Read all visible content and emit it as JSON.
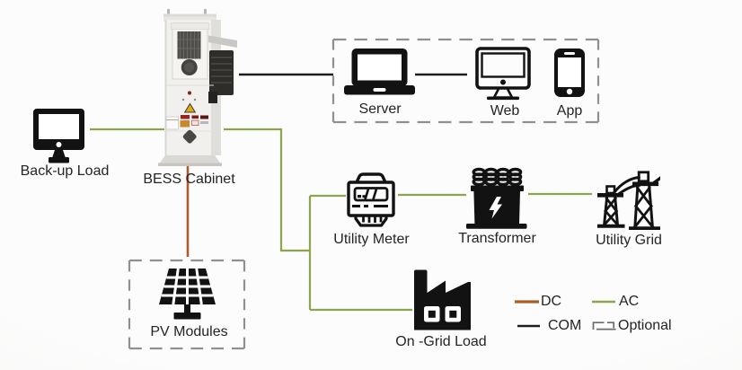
{
  "diagram_title": "BESS system connection diagram",
  "colors": {
    "bg": "#fcfcfc",
    "text": "#242424",
    "icon": "#121212",
    "ac": "#8ca64d",
    "dc": "#ad5c2d",
    "com": "#1c1c1c",
    "dash": "#909090"
  },
  "nodes": {
    "backup_load": {
      "label": "Back-up Load",
      "icon": "monitor-icon"
    },
    "bess_cabinet": {
      "label": "BESS Cabinet",
      "icon": "battery-cabinet-photo"
    },
    "server": {
      "label": "Server",
      "icon": "laptop-icon"
    },
    "web": {
      "label": "Web",
      "icon": "desktop-computer-icon"
    },
    "app": {
      "label": "App",
      "icon": "smartphone-icon"
    },
    "utility_meter": {
      "label": "Utility Meter",
      "icon": "electric-meter-icon"
    },
    "transformer": {
      "label": "Transformer",
      "icon": "transformer-icon"
    },
    "utility_grid": {
      "label": "Utility Grid",
      "icon": "transmission-tower-icon"
    },
    "pv_modules": {
      "label": "PV Modules",
      "icon": "solar-panel-icon"
    },
    "on_grid_load": {
      "label": "On -Grid Load",
      "icon": "factory-icon"
    }
  },
  "legend": {
    "dc": "DC",
    "ac": "AC",
    "com": "COM",
    "optional": "Optional"
  }
}
